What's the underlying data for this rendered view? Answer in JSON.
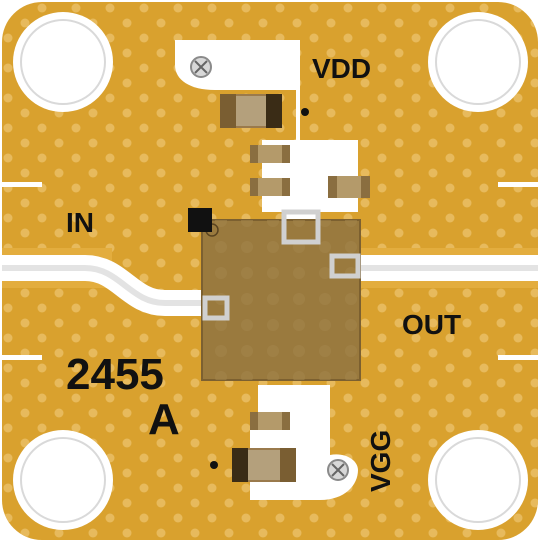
{
  "board": {
    "labels": {
      "vdd": "VDD",
      "in": "IN",
      "out": "OUT",
      "vgg": "VGG",
      "part_number": "2455",
      "revision": "A"
    },
    "colors": {
      "substrate": "#d9a12e",
      "plating_dots": "#e6b85a",
      "trace": "#ffffff",
      "chip": "#9a7a3e",
      "chip_border": "#7c6030",
      "silkscreen": "#111111"
    }
  }
}
